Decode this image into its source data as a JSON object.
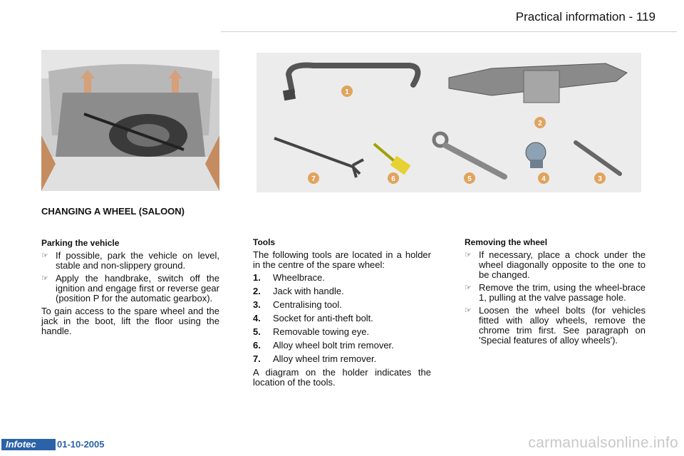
{
  "header": {
    "title": "Practical information - 119"
  },
  "section": {
    "title": "CHANGING A WHEEL (SALOON)"
  },
  "parking": {
    "heading": "Parking the vehicle",
    "bullets": [
      "If possible, park the vehicle on level, stable and non-slippery ground.",
      "Apply the handbrake, switch off the ignition and engage first or reverse gear (position P for the automatic gearbox)."
    ],
    "para": "To gain access to the spare wheel and the jack in the boot, lift the floor using the handle."
  },
  "tools": {
    "heading": "Tools",
    "intro": "The following tools are located in a holder in the centre of the spare wheel:",
    "items": [
      {
        "num": "1.",
        "text": "Wheelbrace."
      },
      {
        "num": "2.",
        "text": "Jack with handle."
      },
      {
        "num": "3.",
        "text": "Centralising tool."
      },
      {
        "num": "4.",
        "text": "Socket for anti-theft bolt."
      },
      {
        "num": "5.",
        "text": "Removable towing eye."
      },
      {
        "num": "6.",
        "text": "Alloy wheel bolt trim remover."
      },
      {
        "num": "7.",
        "text": "Alloy wheel trim remover."
      }
    ],
    "outro": "A diagram on the holder indicates the location of the tools.",
    "labels": [
      "1",
      "2",
      "3",
      "4",
      "5",
      "6",
      "7"
    ]
  },
  "removing": {
    "heading": "Removing the wheel",
    "bullets": [
      "If necessary, place a chock under the wheel diagonally opposite to the one to be changed.",
      "Remove the trim, using the wheel-brace 1, pulling at the valve passage hole.",
      "Loosen the wheel bolts (for vehicles fitted with alloy wheels, remove the chrome trim first. See paragraph on 'Special features of alloy wheels')."
    ]
  },
  "footer": {
    "brand": "Infotec",
    "date": "01-10-2005",
    "watermark": "carmanualsonline.info"
  },
  "bullet_marker": "☞"
}
